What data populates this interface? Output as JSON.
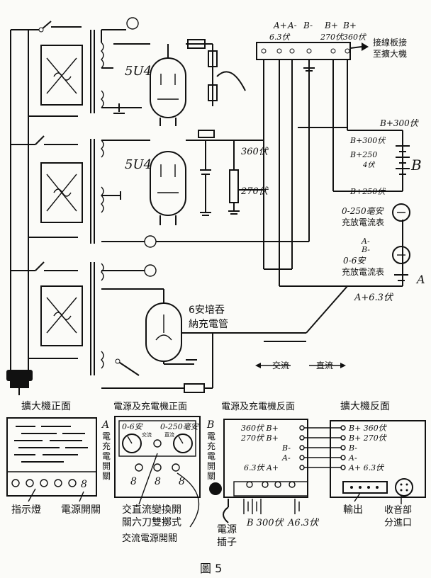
{
  "top_terminals": {
    "a_plus": "A+",
    "a_minus": "A-",
    "b_minus": "B-",
    "b_plus_1": "B+",
    "b_plus_2": "B+",
    "v63": "6.3伏",
    "v270": "270伏",
    "v360": "360伏"
  },
  "terminal_board_label": "接線板接\n至擴大機",
  "tube1": "5U4",
  "tube2": "5U4",
  "tube3": "6安培吞\n納充電管",
  "res_360": "360伏",
  "res_270": "270伏",
  "batt_b300": "B+300伏",
  "batt_b300_2": "B+300伏",
  "batt_b250_4": "B+250\n4伏",
  "batt_b250_lbl": "B+250伏",
  "batt_letter": "B",
  "meter_b_label": "0-250毫安\n充放電流表",
  "meter_a_terms": "A-\nB-",
  "meter_a_label": "0-6安\n充放電流表",
  "a_letter": "A",
  "a63": "A+6.3伏",
  "ac_label": "交流",
  "dc_label": "直流",
  "panel1_title": "擴大機正面",
  "panel2_title": "電源及充電機正面",
  "panel3_title": "電源及充電機反面",
  "panel4_title": "擴大機反面",
  "panel2_a_side": "A\n電\n充\n電\n開\n關",
  "panel2_b_side": "B\n電\n充\n電\n開\n關",
  "panel2_meter_left": "0-6安",
  "panel2_meter_right": "0-250毫安",
  "panel2_meter_left_sub": "交流",
  "panel2_meter_right_sub": "直流",
  "panel3_terms": [
    "360伏 B+",
    "270伏 B+",
    "B-",
    "A-",
    "6.3伏 A+"
  ],
  "panel4_terms": [
    "B+ 360伏",
    "B+ 270伏",
    "B-",
    "A-",
    "A+ 6.3伏"
  ],
  "label_indicator": "指示燈",
  "label_switch1": "電源開關",
  "label_dial": "交直流變換開\n關六刀雙擲式",
  "label_ac_switch": "交流電源開關",
  "label_plug": "電源\n插子",
  "label_b300": "B 300伏",
  "label_a63": "A6.3伏",
  "label_output": "輸出",
  "label_speaker": "收音部\n分進口",
  "fig_label": "圖 5"
}
